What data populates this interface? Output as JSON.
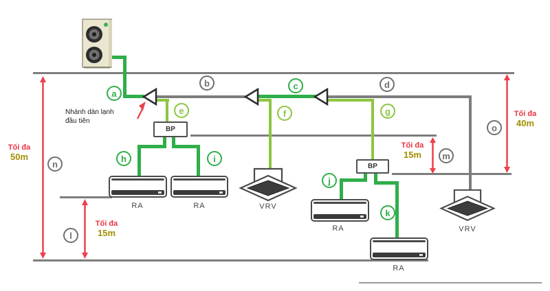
{
  "annotation": {
    "line1": "Nhánh dàn lạnh",
    "line2": "đầu tiên"
  },
  "branch_labels": {
    "a": "a",
    "b": "b",
    "c": "c",
    "d": "d",
    "e": "e",
    "f": "f",
    "g": "g",
    "h": "h",
    "i": "i",
    "j": "j",
    "k": "k",
    "l": "l",
    "m": "m",
    "n": "n",
    "o": "o"
  },
  "unit_labels": {
    "bp": "BP",
    "ra": "RA",
    "vrv": "VRV"
  },
  "measurements": {
    "max_50": {
      "label": "Tối đa",
      "value": "50m"
    },
    "max_15_left": {
      "label": "Tối đa",
      "value": "15m"
    },
    "max_15_right": {
      "label": "Tối đa",
      "value": "15m"
    },
    "max_40": {
      "label": "Tối đa",
      "value": "40m"
    }
  },
  "colors": {
    "pipe_green": "#2fae4a",
    "pipe_light_green": "#8cc63f",
    "line_gray": "#7d7d7d",
    "measure_red": "#ee3f4b",
    "value_gold": "#a18f00",
    "label_gray": "#6f6f6f"
  }
}
